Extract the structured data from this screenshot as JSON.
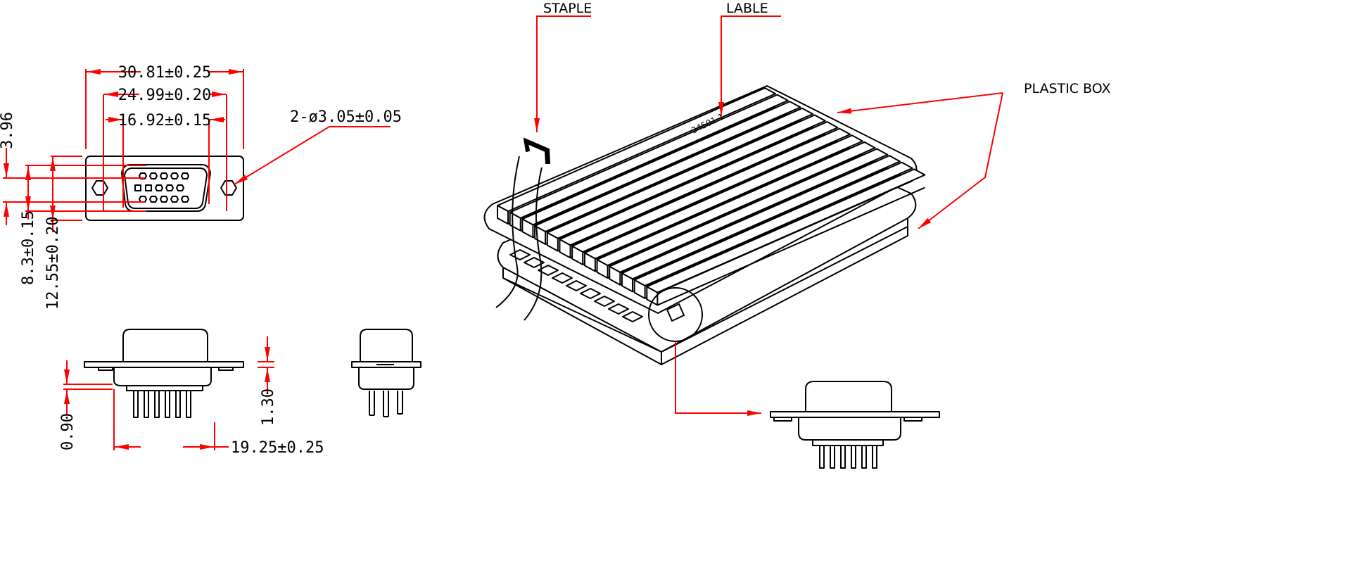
{
  "dimensions": {
    "width_overall": "30.81±0.25",
    "width_mounting": "24.99±0.20",
    "width_shell": "16.92±0.15",
    "hole_callout": "2-ø3.05±0.05",
    "pin_row_offset": "3.96",
    "height_shell": "8.3±0.15",
    "height_overall": "12.55±0.20",
    "flange_thickness": "1.30",
    "body_offset": "0.90",
    "pin_span": "19.25±0.25"
  },
  "callouts": {
    "staple": "STAPLE",
    "label": "LABLE",
    "plastic_box": "PLASTIC BOX",
    "tray_label_text": "34501 1"
  },
  "colors": {
    "dimension": "#ff0000",
    "outline": "#000000"
  }
}
